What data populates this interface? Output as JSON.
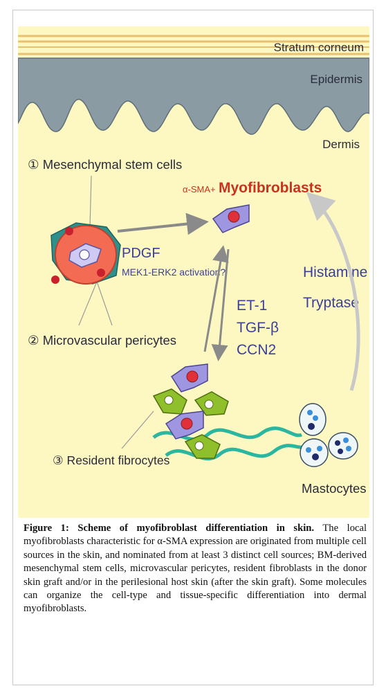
{
  "figure": {
    "labels": {
      "stratum_corneum": "Stratum corneum",
      "epidermis": "Epidermis",
      "dermis": "Dermis",
      "mesenchymal": "① Mesenchymal stem  cells",
      "pericytes": "② Microvascular pericytes",
      "fibrocytes": "③ Resident fibrocytes",
      "asma_prefix": "α-SMA+",
      "myofibroblasts": "Myofibroblasts",
      "pdgf": "PDGF",
      "mek": "MEK1-ERK2 activation?",
      "et1": "ET-1",
      "tgfb": "TGF-β",
      "ccn2": "CCN2",
      "histamine": "Histamine",
      "tryptase": "Tryptase",
      "mastocytes": "Mastocytes"
    },
    "colors": {
      "background": "#fdf8c2",
      "epidermis": "#8b9ba4",
      "myofibroblast_text": "#c8321e",
      "blue_text": "#3a3f9a",
      "cell_purple": "#9f96e2",
      "cell_green": "#8fbf2a",
      "nucleus_red": "#e0303a",
      "fiber_teal": "#2bb6a0",
      "arrow_gray": "#8a8a8a",
      "arrow_light": "#c8c8c8"
    }
  },
  "caption": {
    "title": "Figure 1: Scheme of myofibroblast differentiation in skin.",
    "body": " The local myofibroblasts characteristic for α-SMA expression are originated from multiple cell sources in the skin, and nominated from at least 3 distinct cell sources; BM-derived mesenchymal stem cells, microvascular pericytes, resident fibroblasts in the donor skin graft and/or in the perilesional host skin (after the skin graft). Some molecules can organize the cell-type and tissue-specific differentiation into dermal myofibroblasts."
  }
}
